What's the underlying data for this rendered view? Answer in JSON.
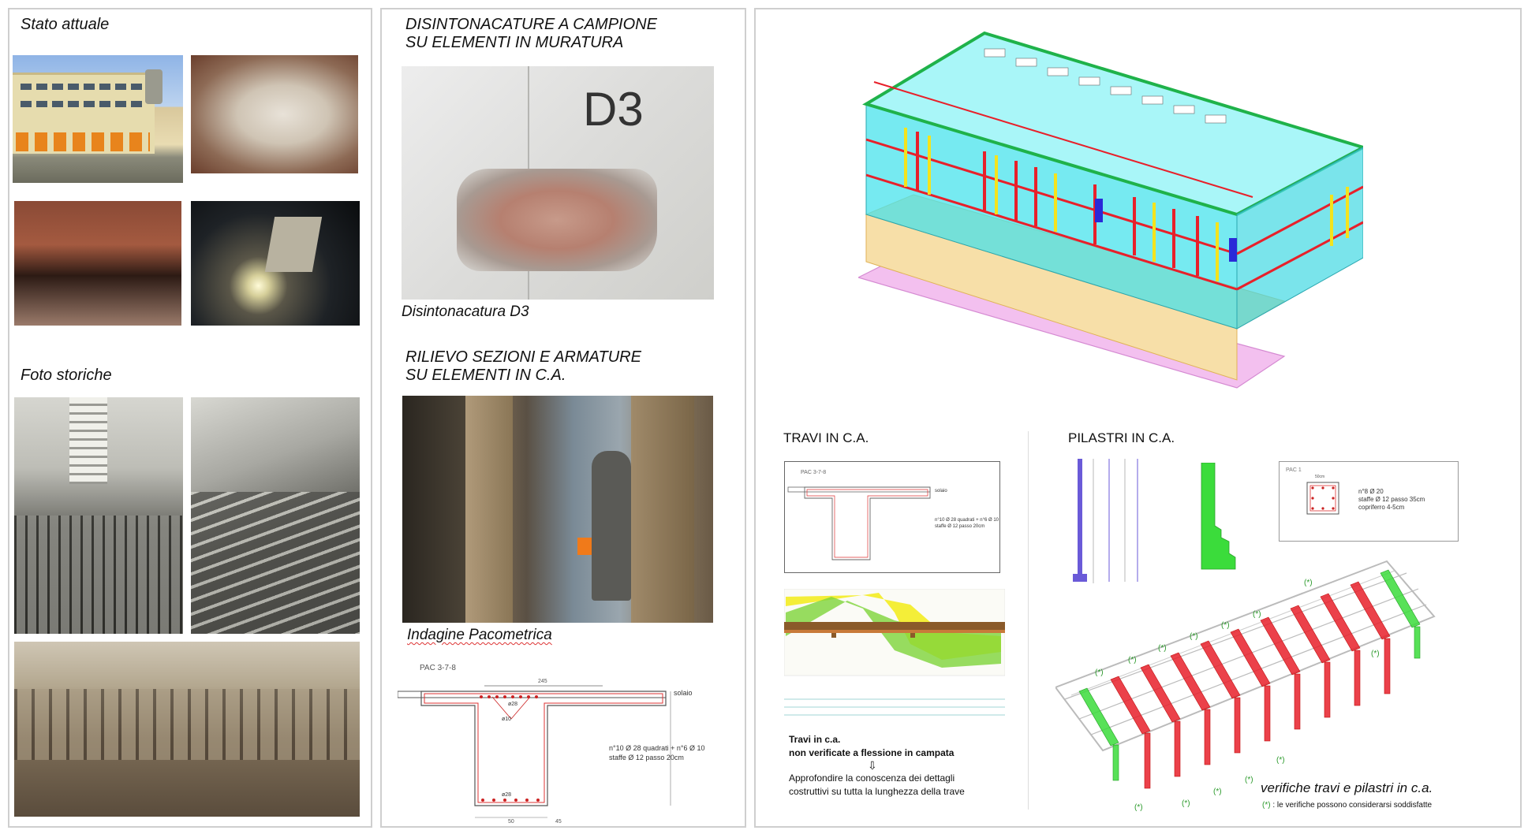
{
  "left": {
    "title_current": "Stato attuale",
    "title_historic": "Foto storiche"
  },
  "middle": {
    "header1_line1": "DISINTONACATURE A CAMPIONE",
    "header1_line2": "SU ELEMENTI IN MURATURA",
    "photo1_mark": "D3",
    "caption1": "Disintonacatura D3",
    "header2_line1": "RILIEVO SEZIONI E ARMATURE",
    "header2_line2": "SU ELEMENTI IN C.A.",
    "caption2": "Indagine Pacometrica",
    "drawing": {
      "title": "PAC 3-7-8",
      "dim_top": "245",
      "label_solaio": "solaio",
      "bar_top": "ø28",
      "bar_mid": "ø10",
      "bar_bot": "ø28",
      "dim_bot_left": "50",
      "dim_bot_right": "45",
      "note_line1": "n°10 Ø 28 quadrati + n°6 Ø 10",
      "note_line2": "staffe Ø 12 passo 20cm"
    }
  },
  "right": {
    "beams_title": "TRAVI IN C.A.",
    "columns_title": "PILASTRI IN C.A.",
    "beam_drawing": {
      "title": "PAC 3-7-8",
      "label_solaio": "solaio",
      "note_line1": "n°10 Ø 28 quadrati + n°6 Ø 10",
      "note_line2": "staffe Ø 12 passo 20cm"
    },
    "column_drawing": {
      "title": "PAC 1",
      "dim": "50cm",
      "note_line1": "n°8 Ø 20",
      "note_line2": "staffe Ø 12 passo 35cm",
      "note_line3": "copriferro 4-5cm"
    },
    "beams_note_line1": "Travi in c.a.",
    "beams_note_line2": "non verificate a flessione in campata",
    "beams_note_line3": "Approfondire la conoscenza dei dettagli",
    "beams_note_line4": "costruttivi su tutta la lunghezza della trave",
    "verif_title": "verifiche travi e pilastri in c.a.",
    "verif_mark": "(*)",
    "verif_note": " : le verifiche possono considerarsi soddisfatte",
    "star_label": "(*)"
  },
  "colors": {
    "cyan": "#35e0ea",
    "red": "#e8202a",
    "green": "#3bdc3b",
    "yellow": "#f4e31c",
    "marker_green": "#2a9a2a"
  }
}
